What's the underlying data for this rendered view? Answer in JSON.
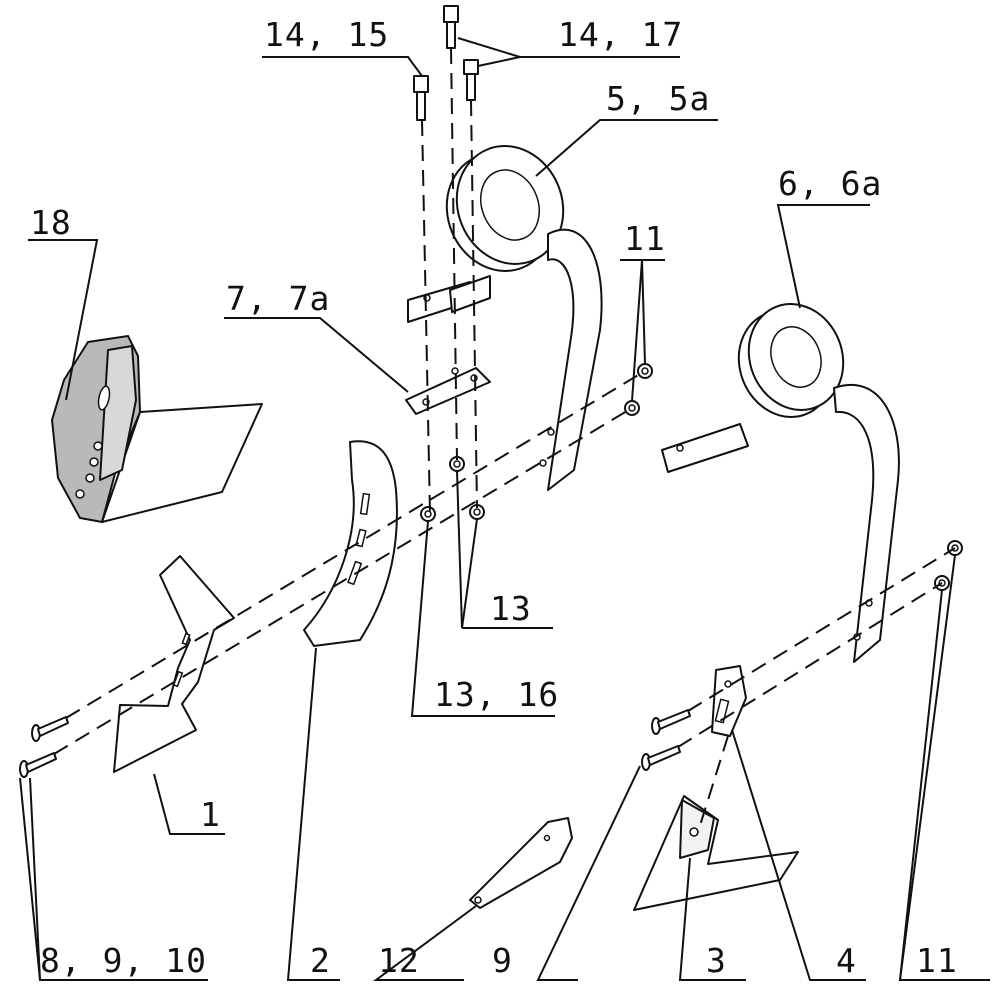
{
  "labels": {
    "l_14_15": "14, 15",
    "l_14_17": "14, 17",
    "l_5_5a": "5, 5a",
    "l_6_6a": "6, 6a",
    "l_18": "18",
    "l_11_top": "11",
    "l_7_7a": "7, 7a",
    "l_13": "13",
    "l_13_16": "13, 16",
    "l_1": "1",
    "l_8_9_10": "8, 9, 10",
    "l_2": "2",
    "l_12": "12",
    "l_9": "9",
    "l_3": "3",
    "l_4": "4",
    "l_11_bottom": "11"
  },
  "colors": {
    "line": "#111111",
    "background": "#ffffff",
    "shading": "#b9b9b9"
  }
}
